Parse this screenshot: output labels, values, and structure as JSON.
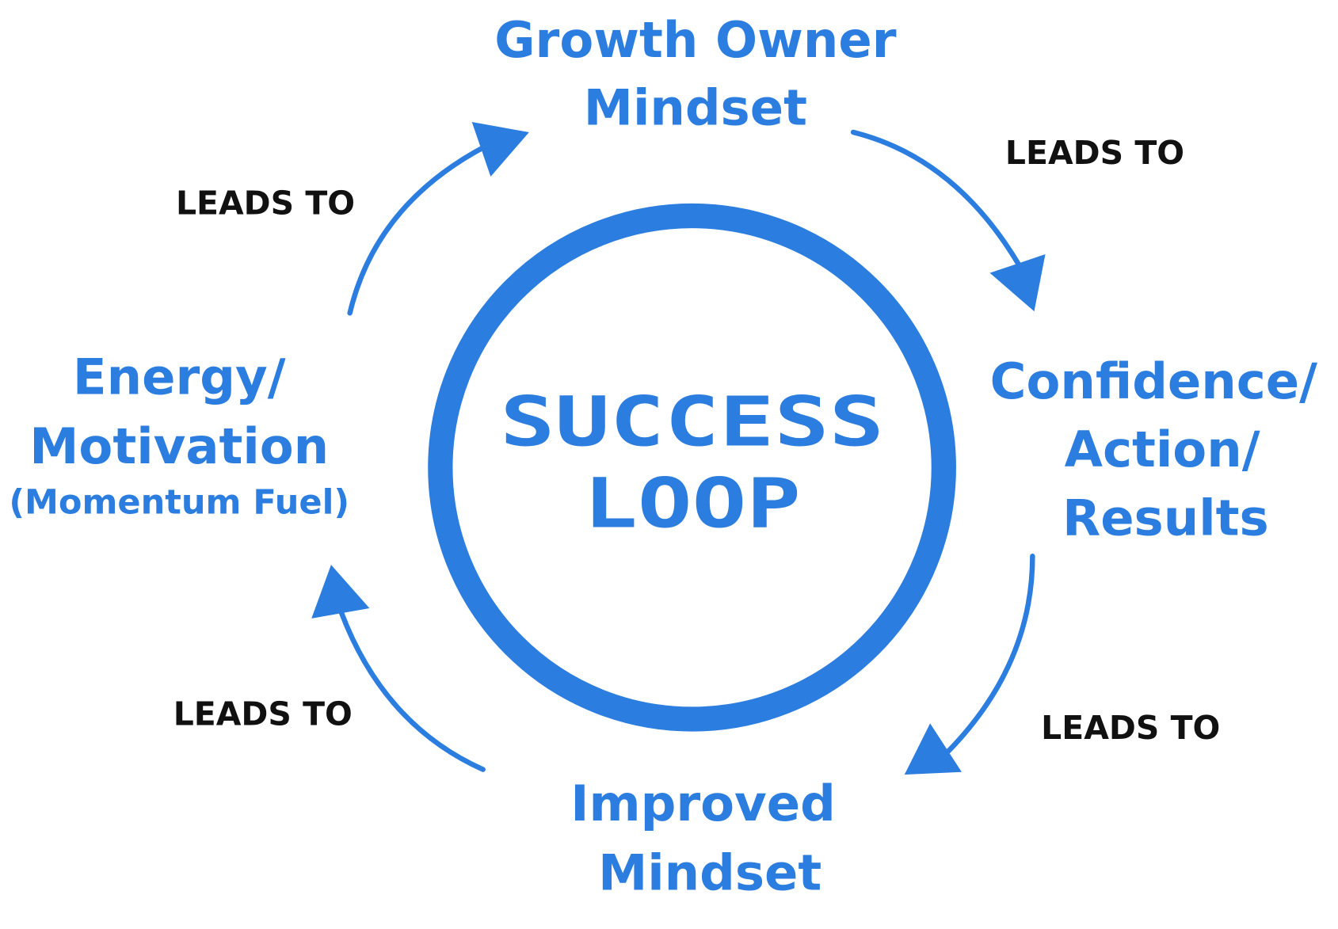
{
  "accent_color": "#2b7de0",
  "center": {
    "line1": "SUCCESS",
    "line2": "LOOP"
  },
  "nodes": {
    "top": {
      "line1": "Growth Owner",
      "line2": "Mindset"
    },
    "right": {
      "line1": "Confidence/",
      "line2": "Action/",
      "line3": "Results"
    },
    "bottom": {
      "line1": "Improved",
      "line2": "Mindset"
    },
    "left": {
      "line1": "Energy/",
      "line2": "Motivation",
      "line3": "(Momentum Fuel)"
    }
  },
  "connectors": {
    "top_right": "LEADS TO",
    "bottom_right": "LEADS TO",
    "bottom_left": "LEADS TO",
    "top_left": "LEADS TO"
  }
}
